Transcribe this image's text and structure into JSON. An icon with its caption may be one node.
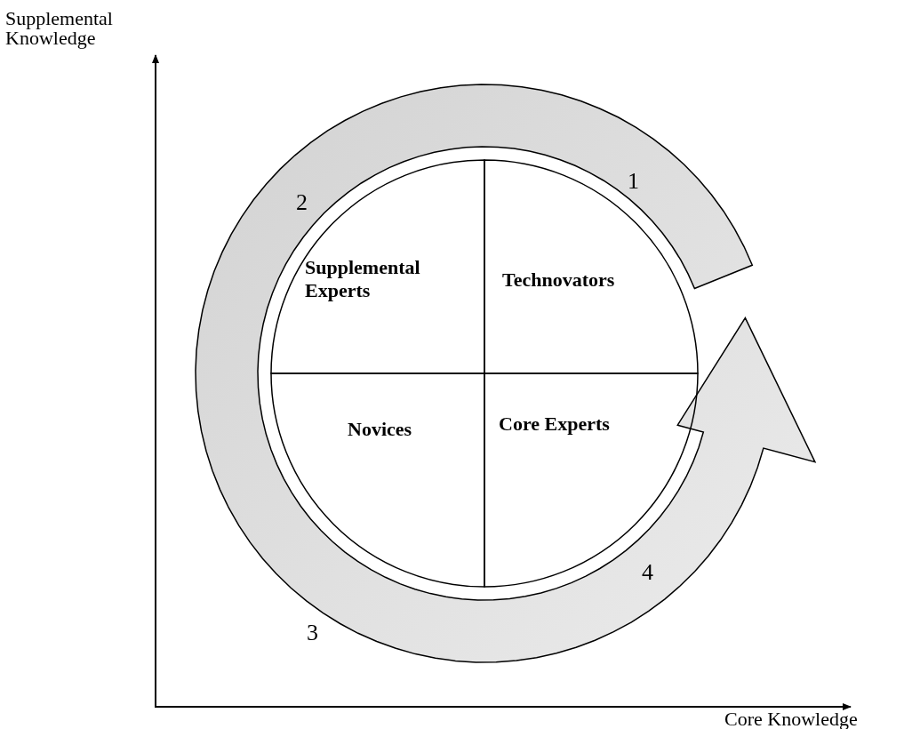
{
  "diagram": {
    "nodes": [
      {
        "text": [
          "Supplemental Experts"
        ]
      },
      {
        "text": [
          "Technovators"
        ]
      },
      {
        "text": [
          "Novices"
        ]
      },
      {
        "text": [
          "Core Experts"
        ]
      }
    ],
    "edges": [],
    "labels": [
      "Supplemental Knowledge",
      "1",
      "2",
      "3",
      "4",
      "Core Knowledge"
    ]
  }
}
